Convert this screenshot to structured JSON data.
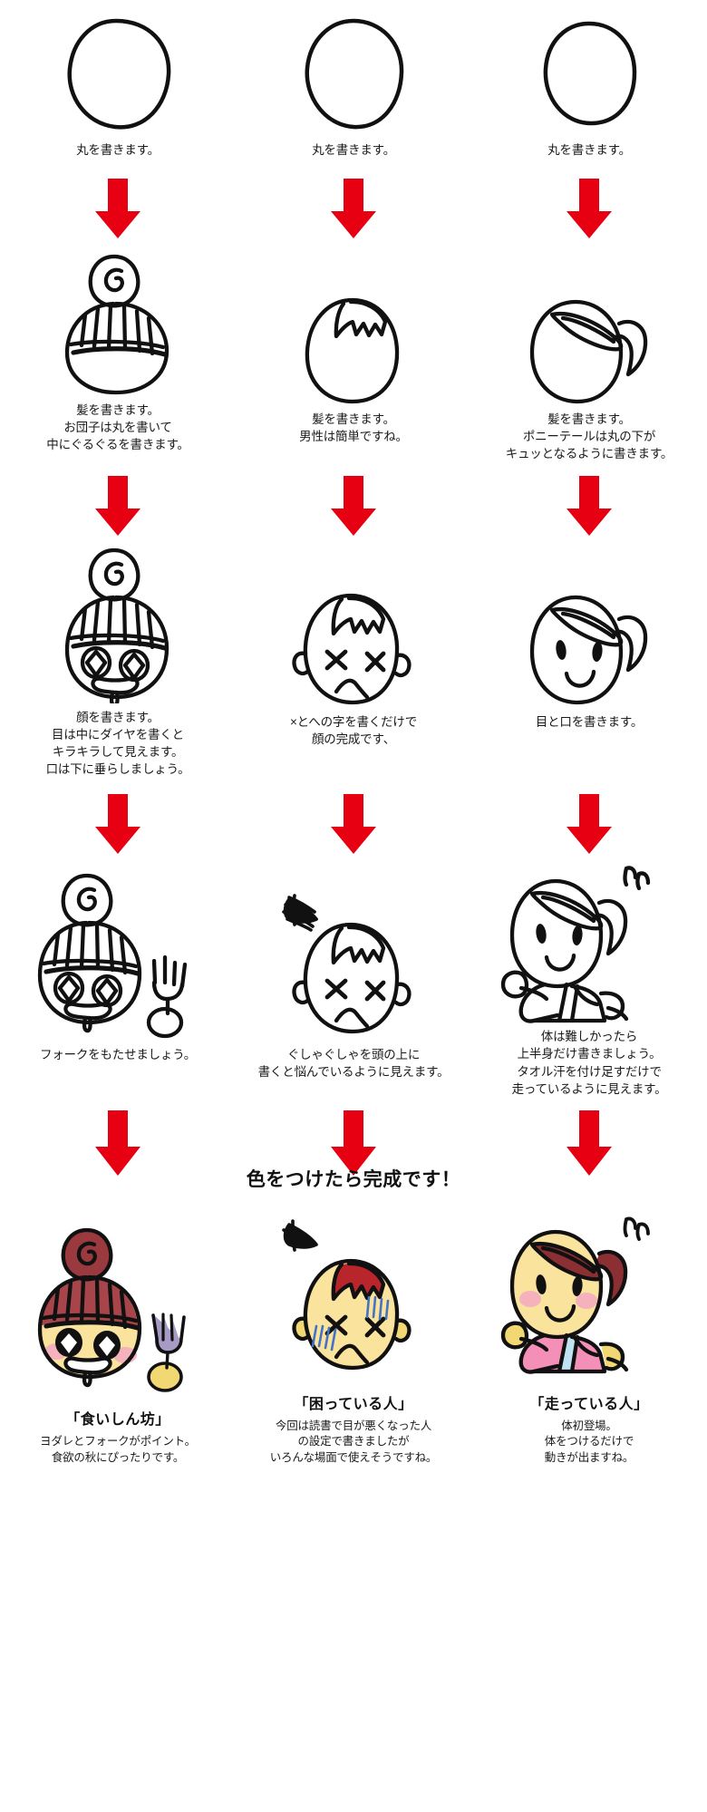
{
  "meta": {
    "background": "#ffffff",
    "arrow_color": "#e60012",
    "ink_color": "#1a1a1a"
  },
  "palette": {
    "hair_maroon": "#8c2f33",
    "hair_red": "#c0282d",
    "skin_yellow": "#fbe49a",
    "cheek_pink": "#f4a8c0",
    "shirt_pink": "#f48fb8",
    "towel_blue": "#bfe3f0",
    "fork_purple": "#a79ac4",
    "sweat_blue": "#4472c4",
    "ink": "#111111"
  },
  "steps": [
    {
      "id": "step-1",
      "columns": [
        {
          "id": "col-1-1",
          "figure": "plain-oval",
          "caption": "丸を書きます。"
        },
        {
          "id": "col-1-2",
          "figure": "plain-oval",
          "caption": "丸を書きます。"
        },
        {
          "id": "col-1-3",
          "figure": "plain-oval",
          "caption": "丸を書きます。"
        }
      ]
    },
    {
      "id": "step-2",
      "columns": [
        {
          "id": "col-2-1",
          "figure": "bun-hair",
          "caption": "髪を書きます。\nお団子は丸を書いて\n中にぐるぐるを書きます。"
        },
        {
          "id": "col-2-2",
          "figure": "spiky-hair",
          "caption": "髪を書きます。\n男性は簡単ですね。"
        },
        {
          "id": "col-2-3",
          "figure": "ponytail-hair",
          "caption": "髪を書きます。\nポニーテールは丸の下が\nキュッとなるように書きます。"
        }
      ]
    },
    {
      "id": "step-3",
      "columns": [
        {
          "id": "col-3-1",
          "figure": "bun-face",
          "caption": "顔を書きます。\n目は中にダイヤを書くと\nキラキラして見えます。\n口は下に垂らしましょう。"
        },
        {
          "id": "col-3-2",
          "figure": "spiky-face",
          "caption": "×とへの字を書くだけで\n顔の完成です、"
        },
        {
          "id": "col-3-3",
          "figure": "ponytail-face",
          "caption": "目と口を書きます。"
        }
      ]
    },
    {
      "id": "step-4",
      "columns": [
        {
          "id": "col-4-1",
          "figure": "bun-fork",
          "caption": "フォークをもたせましょう。"
        },
        {
          "id": "col-4-2",
          "figure": "spiky-scribble",
          "caption": "ぐしゃぐしゃを頭の上に\n書くと悩んでいるように見えます。"
        },
        {
          "id": "col-4-3",
          "figure": "ponytail-body",
          "caption": "体は難しかったら\n上半身だけ書きましょう。\nタオル汗を付け足すだけで\n走っているように見えます。"
        }
      ]
    }
  ],
  "final": {
    "title": "色をつけたら完成です！",
    "columns": [
      {
        "id": "final-1",
        "figure": "colored-bun",
        "name": "「食いしん坊」",
        "caption": "ヨダレとフォークがポイント。\n食欲の秋にぴったりです。"
      },
      {
        "id": "final-2",
        "figure": "colored-spiky",
        "name": "「困っている人」",
        "caption": "今回は読書で目が悪くなった人\nの設定で書きましたが\nいろんな場面で使えそうですね。"
      },
      {
        "id": "final-3",
        "figure": "colored-ponytail",
        "name": "「走っている人」",
        "caption": "体初登場。\n体をつけるだけで\n動きが出ますね。"
      }
    ]
  },
  "icons": {
    "arrow": "down-arrow-icon"
  }
}
